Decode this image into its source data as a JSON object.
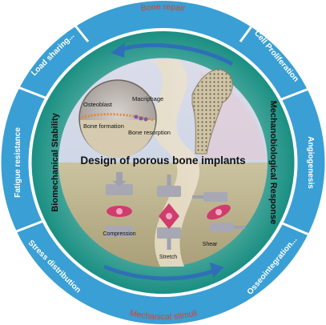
{
  "center": {
    "title": "Design of porous bone implants"
  },
  "arcs": {
    "top": "Bone repair",
    "bottom": "Mechanical stimuli"
  },
  "ring_labels": {
    "left_group": "Biomechanical Stability",
    "right_group": "Mechanobiological Response"
  },
  "outer_segments": {
    "load_sharing": "Load sharing...",
    "fatigue_resistance": "Fatigue resistance",
    "stress_distribution": "Stress distribution",
    "cell_proliferation": "Cell Proliferation",
    "angiogenesis": "Angiogenesis",
    "osseointegration": "Osseointegration..."
  },
  "inset": {
    "osteoblast": "Osteoblast",
    "macrophage": "Macriphage",
    "bone_formation": "Bone formation",
    "bone_resorption": "Bone resorption"
  },
  "stimuli": {
    "compression": "Compression",
    "stretch": "Stretch",
    "shear": "Shear"
  },
  "colors": {
    "outer_ring": "#3a9fd4",
    "accent_red": "#d9412e",
    "arrow_blue": "#2f6fb8",
    "teal": "#0f8a7e",
    "inner_top": "#d9d6e8",
    "inner_bottom": "#b9b18a"
  }
}
